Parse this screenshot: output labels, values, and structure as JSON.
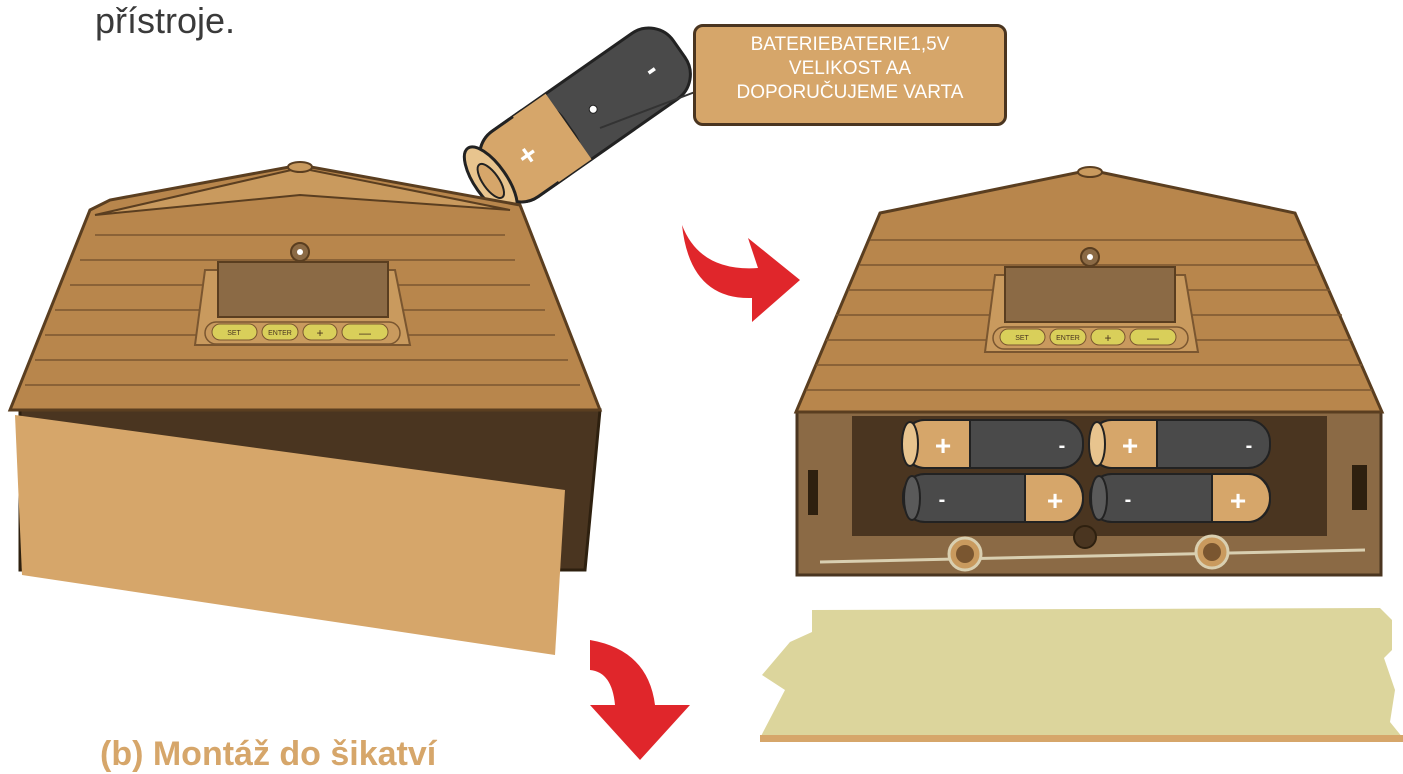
{
  "intro_text": "přístroje.",
  "battery_callout": {
    "lines": [
      "BATERIEBATERIE1,5V",
      "VELIKOST  AA",
      "DOPORUČUJEME VARTA"
    ]
  },
  "control_buttons": {
    "set": "SET",
    "enter": "ENTER",
    "plus": "+",
    "minus": "—"
  },
  "battery_signs": {
    "positive": "+",
    "negative": "-"
  },
  "bottom_heading": "(b) Montáž do šikatví",
  "colors": {
    "wood": "#b8864c",
    "wood_dark": "#7a5630",
    "cover": "#d6a66a",
    "arrow": "#e0262b",
    "screen": "#8b6a45",
    "button": "#d9cf5a",
    "battery_gray": "#4a4a4a",
    "board": "#dcd59c"
  }
}
